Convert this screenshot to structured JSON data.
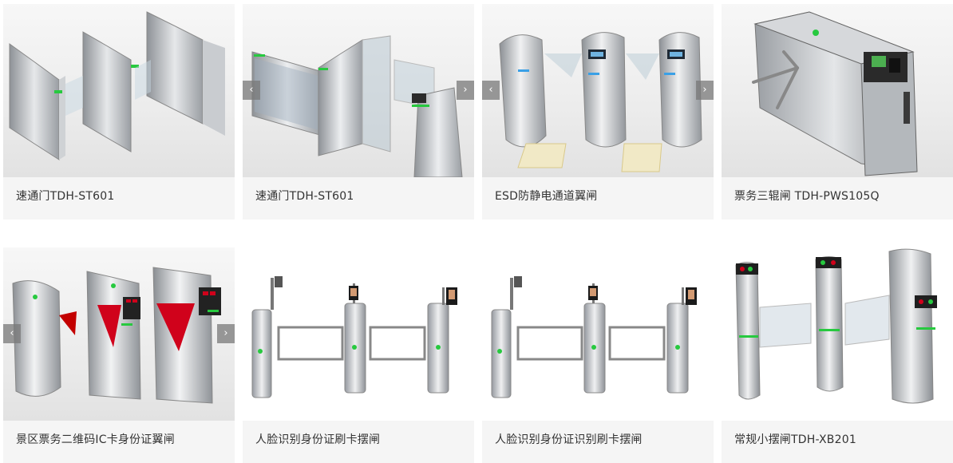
{
  "products": [
    {
      "caption": "速通门TDH-ST601",
      "arrows": false
    },
    {
      "caption": "速通门TDH-ST601",
      "arrows": true
    },
    {
      "caption": "ESD防静电通道翼闸",
      "arrows": true
    },
    {
      "caption": "票务三辊闸 TDH-PWS105Q",
      "arrows": false
    },
    {
      "caption": "景区票务二维码IC卡身份证翼闸",
      "arrows": true
    },
    {
      "caption": "人脸识别身份证刷卡摆闸",
      "arrows": false
    },
    {
      "caption": "人脸识别身份证识别刷卡摆闸",
      "arrows": false
    },
    {
      "caption": "常规小摆闸TDH-XB201",
      "arrows": false
    }
  ],
  "carousel": {
    "prev_symbol": "‹",
    "next_symbol": "›"
  },
  "colors": {
    "card_bg": "#f5f5f5",
    "caption_text": "#333333",
    "steel": "#b9bcc0",
    "steel_dark": "#7d8186",
    "indicator_green": "#27c93f",
    "wing_red": "#d0021b",
    "arrow_bg": "#7a7a7a"
  },
  "icons": {
    "prev": "chevron-left-icon",
    "next": "chevron-right-icon"
  }
}
